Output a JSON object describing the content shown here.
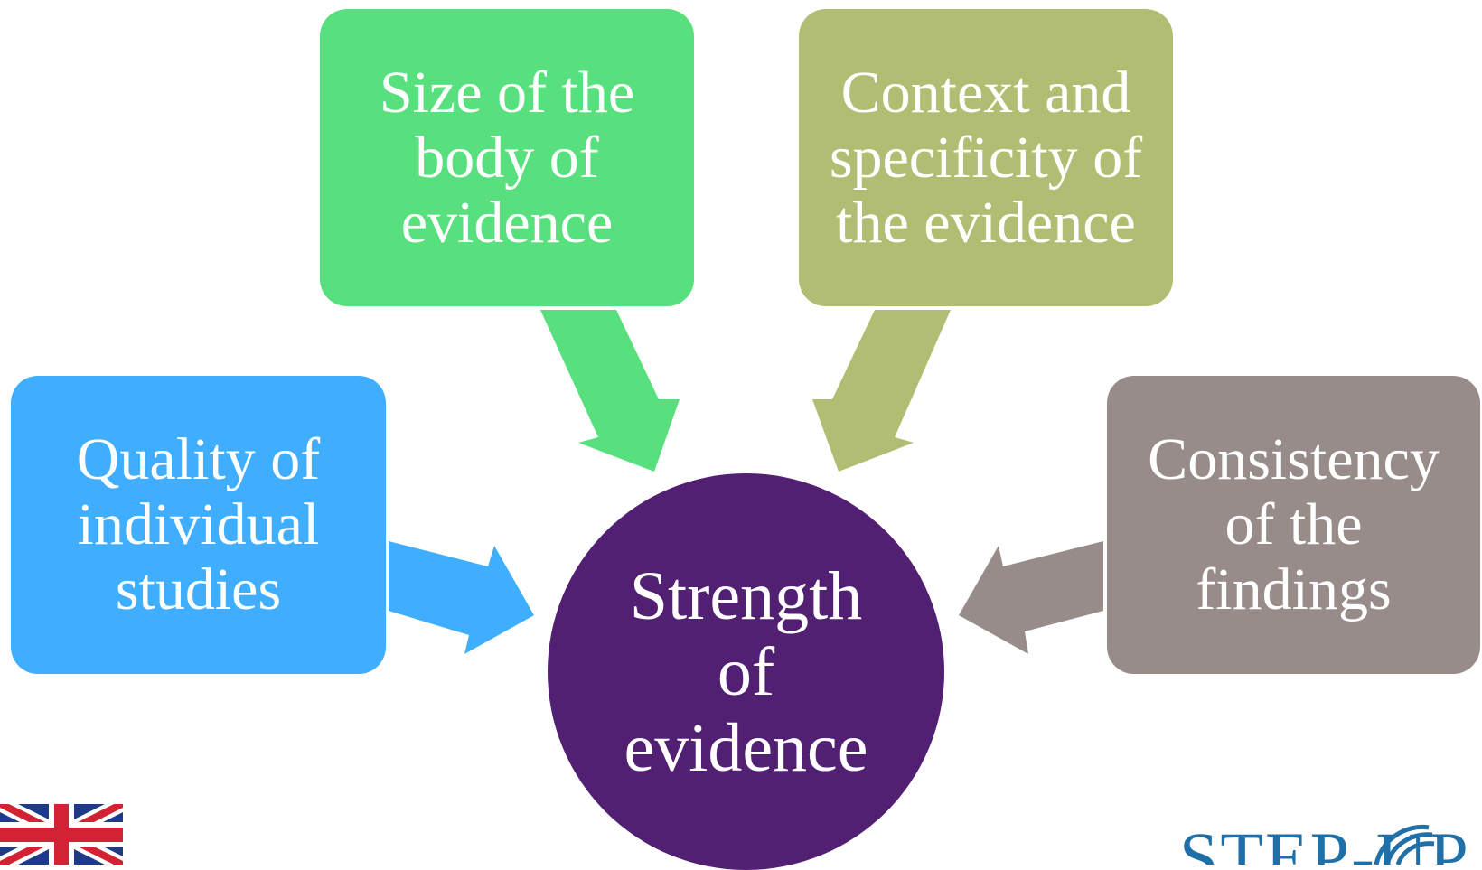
{
  "colors": {
    "size": "#58e07e",
    "context": "#b0bd72",
    "quality": "#40aefe",
    "consistency": "#978c8a",
    "hub": "#522072",
    "logo": "#1f6fa8"
  },
  "hub": {
    "lines": [
      "Strength",
      "of",
      "evidence"
    ]
  },
  "boxes": {
    "size": {
      "lines": [
        "Size of the",
        "body of",
        "evidence"
      ]
    },
    "context": {
      "lines": [
        "Context and",
        "specificity of",
        "the evidence"
      ]
    },
    "quality": {
      "lines": [
        "Quality of",
        "individual",
        "studies"
      ]
    },
    "consistency": {
      "lines": [
        "Consistency",
        "of the",
        "findings"
      ]
    }
  },
  "logo": {
    "text": "STEP-UP"
  }
}
